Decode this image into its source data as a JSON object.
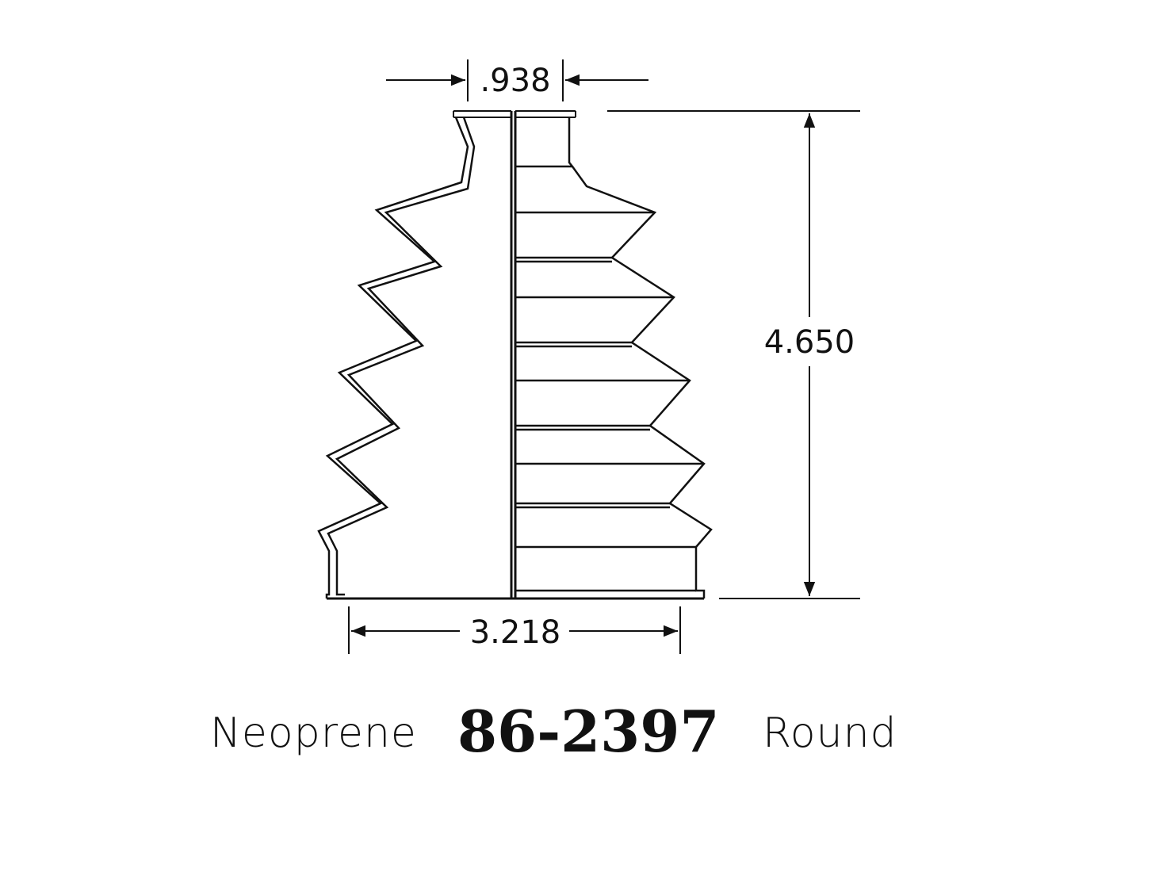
{
  "dimensions": {
    "neck_diameter": ".938",
    "height": "4.650",
    "base_diameter": "3.218"
  },
  "labels": {
    "material": "Neoprene",
    "part_number": "86-2397",
    "shape": "Round"
  }
}
